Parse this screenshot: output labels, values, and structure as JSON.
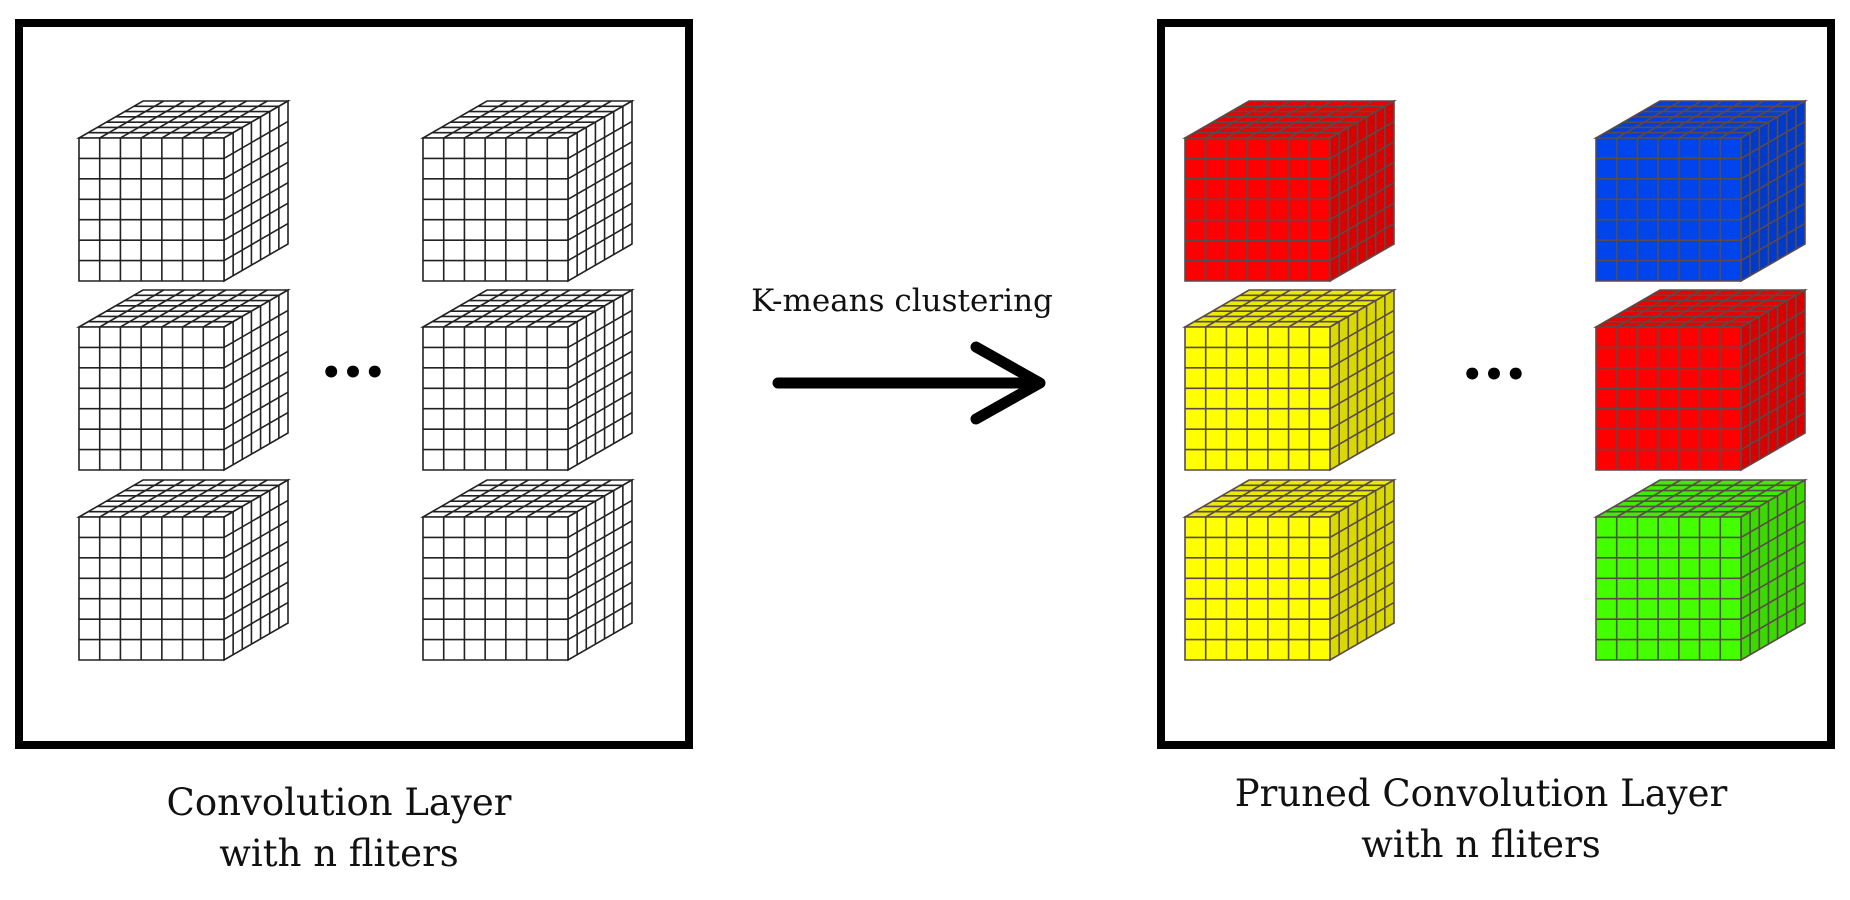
{
  "arrow_label": "K-means clustering",
  "left_panel": {
    "caption_line1": "Convolution Layer",
    "caption_line2": "with n fliters",
    "ellipsis": "•••",
    "filters": [
      {
        "fill": "#ffffff"
      },
      {
        "fill": "#ffffff"
      },
      {
        "fill": "#ffffff"
      },
      {
        "fill": "#ffffff"
      },
      {
        "fill": "#ffffff"
      },
      {
        "fill": "#ffffff"
      }
    ]
  },
  "right_panel": {
    "caption_line1": "Pruned Convolution Layer",
    "caption_line2": "with n fliters",
    "ellipsis": "•••",
    "filters": [
      {
        "fill": "#ff0000"
      },
      {
        "fill": "#ffff00"
      },
      {
        "fill": "#ffff00"
      },
      {
        "fill": "#0044ee"
      },
      {
        "fill": "#ff0000"
      },
      {
        "fill": "#44ff00"
      }
    ]
  },
  "colors": {
    "frame": "#000000",
    "grid_line_plain": "#222222",
    "grid_line_colored": "#5a4a4a"
  }
}
